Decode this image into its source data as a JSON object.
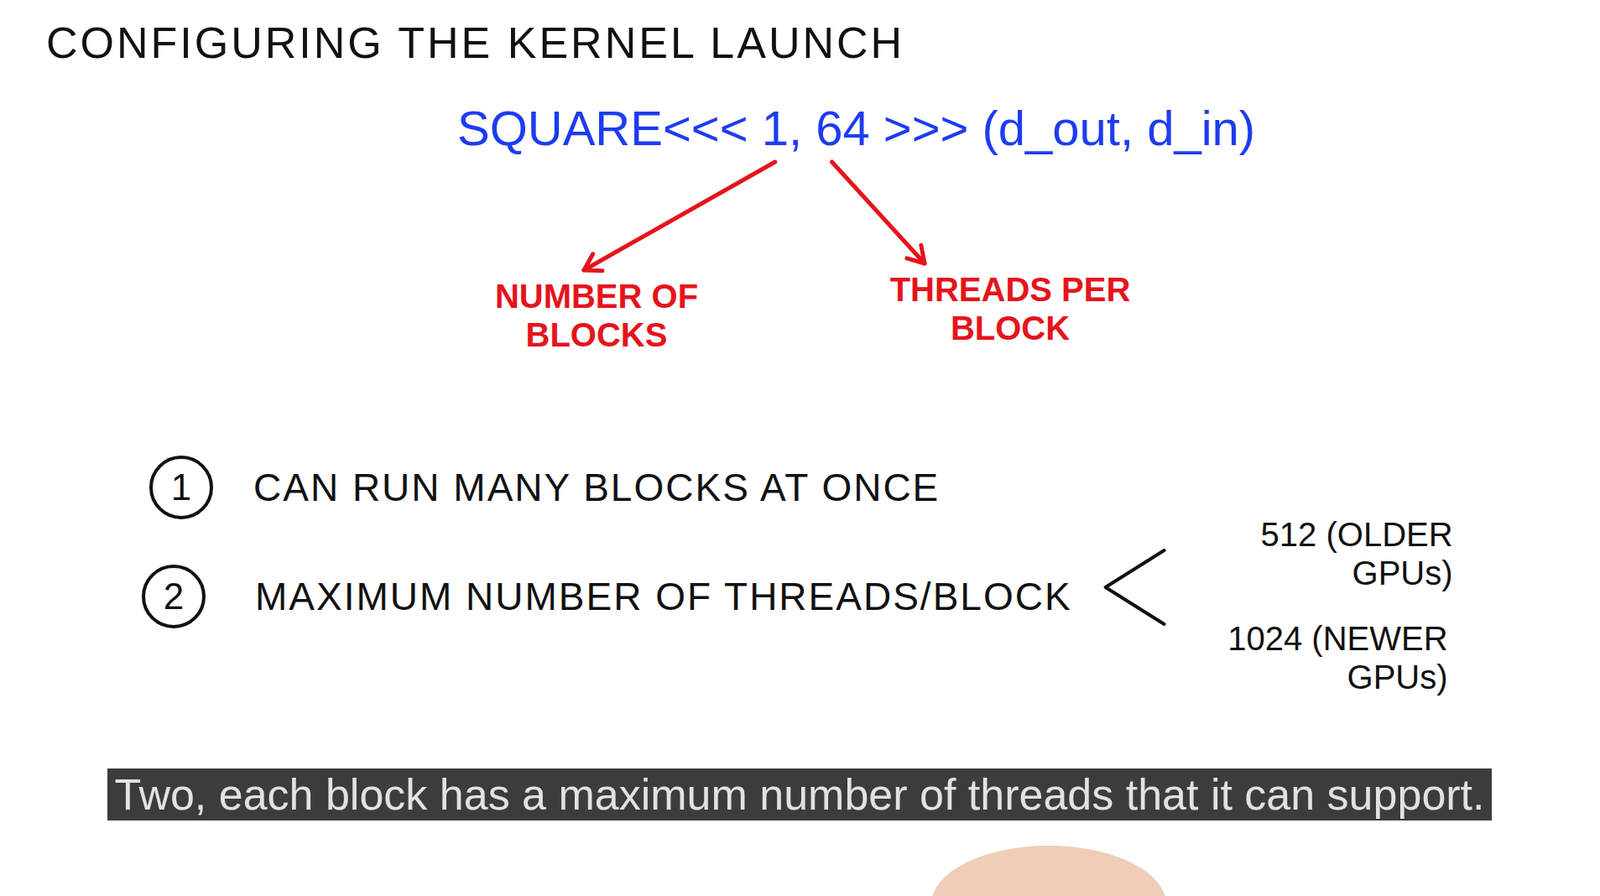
{
  "diagram": {
    "title": "CONFIGURING THE KERNEL LAUNCH",
    "caption": "Two, each block has a maximum number of threads that it can support.",
    "nodes": [
      {
        "text": [
          "1"
        ]
      },
      {
        "text": [
          "2"
        ]
      }
    ],
    "labels": [
      "SQUARE<<< 1, 64 >>> (d_out, d_in)",
      "NUMBER OF BLOCKS",
      "THREADS PER BLOCK",
      "CAN RUN MANY BLOCKS AT ONCE",
      "MAXIMUM NUMBER OF THREADS/BLOCK",
      "512 (OLDER GPUs)",
      "1024 (NEWER GPUs)"
    ]
  }
}
